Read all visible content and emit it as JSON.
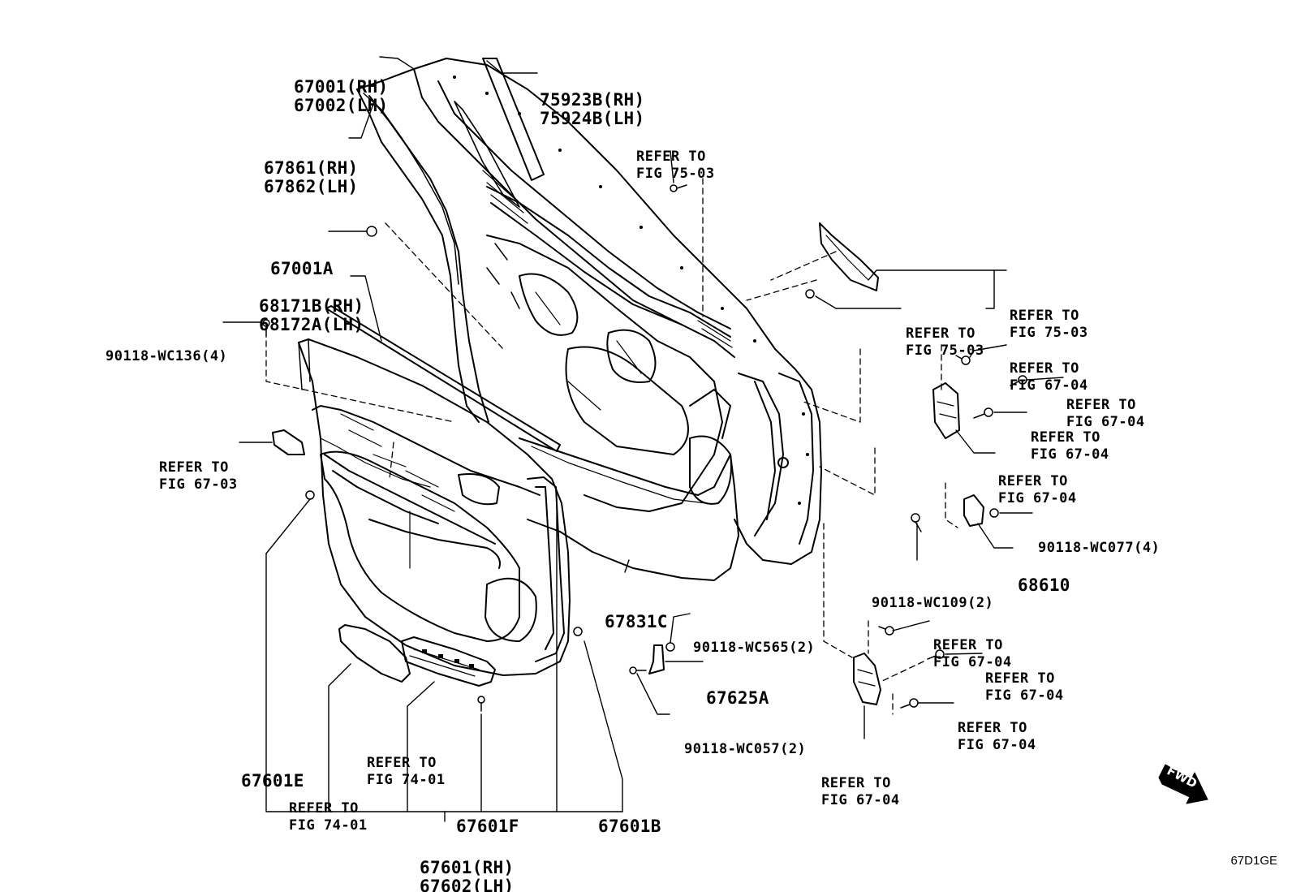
{
  "diagram_code": "67D1GE",
  "fwd": "FWD",
  "labels": {
    "p67001": [
      "67001(RH)",
      "67002(LH)"
    ],
    "p75923": [
      "75923B(RH)",
      "75924B(LH)"
    ],
    "p67861": [
      "67861(RH)",
      "67862(LH)"
    ],
    "p67001a": [
      "67001A"
    ],
    "p68171": [
      "68171B(RH)",
      "68172A(LH)"
    ],
    "p90118_136": [
      "90118-WC136(4)"
    ],
    "ref_6703": [
      "REFER TO",
      "FIG 67-03"
    ],
    "ref_7503_top": [
      "REFER TO",
      "FIG 75-03"
    ],
    "ref_7503_a": [
      "REFER TO",
      "FIG 75-03"
    ],
    "ref_7503_b": [
      "REFER TO",
      "FIG 75-03"
    ],
    "ref_6704_1": [
      "REFER TO",
      "FIG 67-04"
    ],
    "ref_6704_2": [
      "REFER TO",
      "FIG 67-04"
    ],
    "ref_6704_3": [
      "REFER TO",
      "FIG 67-04"
    ],
    "ref_6704_4": [
      "REFER TO",
      "FIG 67-04"
    ],
    "p90118_077": [
      "90118-WC077(4)"
    ],
    "p68610": [
      "68610"
    ],
    "p90118_109": [
      "90118-WC109(2)"
    ],
    "p67831c": [
      "67831C"
    ],
    "p90118_565": [
      "90118-WC565(2)"
    ],
    "p67625a": [
      "67625A"
    ],
    "p90118_057": [
      "90118-WC057(2)"
    ],
    "ref_6704_5": [
      "REFER TO",
      "FIG 67-04"
    ],
    "ref_6704_6": [
      "REFER TO",
      "FIG 67-04"
    ],
    "ref_6704_7": [
      "REFER TO",
      "FIG 67-04"
    ],
    "ref_6704_8": [
      "REFER TO",
      "FIG 67-04"
    ],
    "p67601e": [
      "67601E"
    ],
    "ref_7401_a": [
      "REFER TO",
      "FIG 74-01"
    ],
    "ref_7401_b": [
      "REFER TO",
      "FIG 74-01"
    ],
    "p67601f": [
      "67601F"
    ],
    "p67601b": [
      "67601B"
    ],
    "p67601": [
      "67601(RH)",
      "67602(LH)"
    ]
  }
}
